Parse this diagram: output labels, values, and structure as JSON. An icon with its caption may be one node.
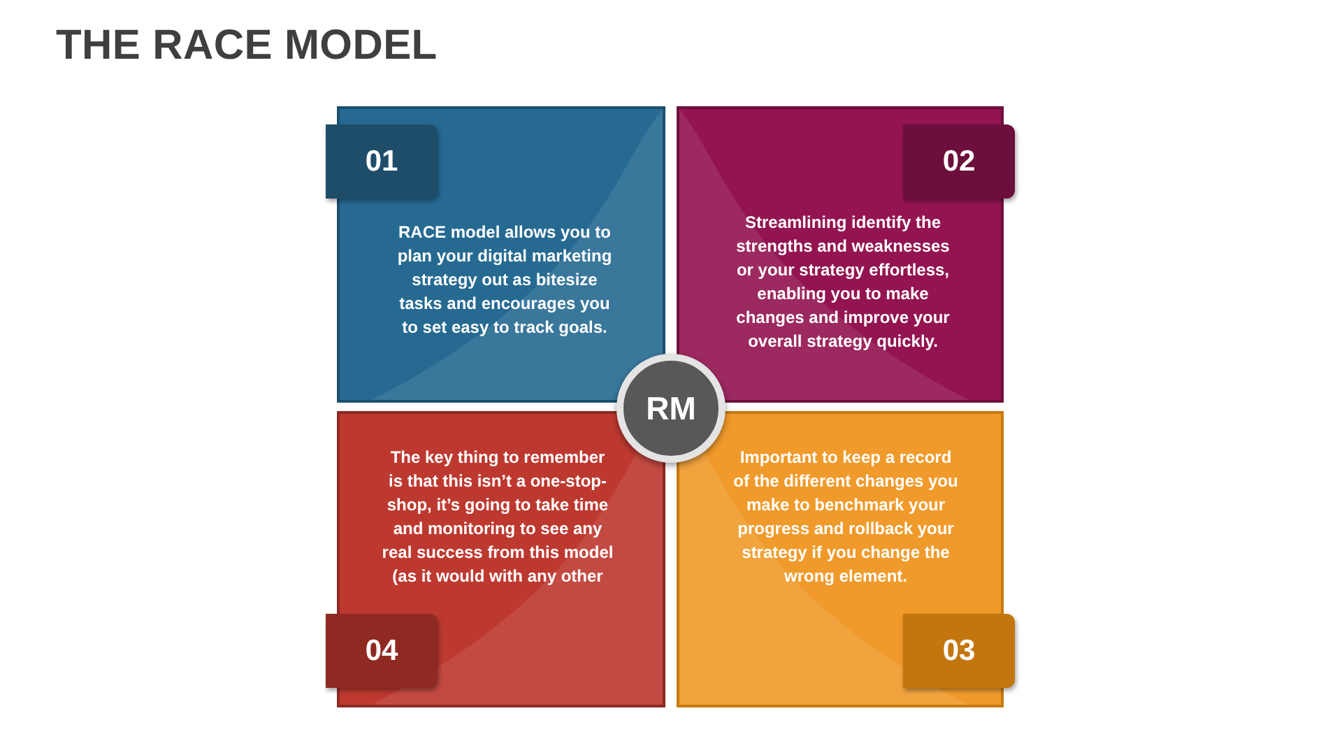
{
  "diagram": {
    "title": "THE RACE MODEL",
    "nodes": [
      {
        "text": [
          "01"
        ]
      },
      {
        "text": [
          "RACE model allows you to plan your digital marketing strategy out as bitesize tasks and encourages you to set easy to track goals."
        ]
      },
      {
        "text": [
          "02"
        ]
      },
      {
        "text": [
          "Streamlining identify the strengths and weaknesses or your strategy effortless, enabling you to make changes and improve your overall strategy quickly."
        ]
      },
      {
        "text": [
          "RM"
        ]
      },
      {
        "text": [
          "The key thing to remember is that this isn’t a one-stop-shop, it’s going to take time and monitoring to see any real success from this model (as it would with any other"
        ]
      },
      {
        "text": [
          "04"
        ]
      },
      {
        "text": [
          "Important to keep a record of the different changes you make to benchmark your progress and rollback your strategy if you change the wrong element."
        ]
      },
      {
        "text": [
          "03"
        ]
      }
    ]
  }
}
